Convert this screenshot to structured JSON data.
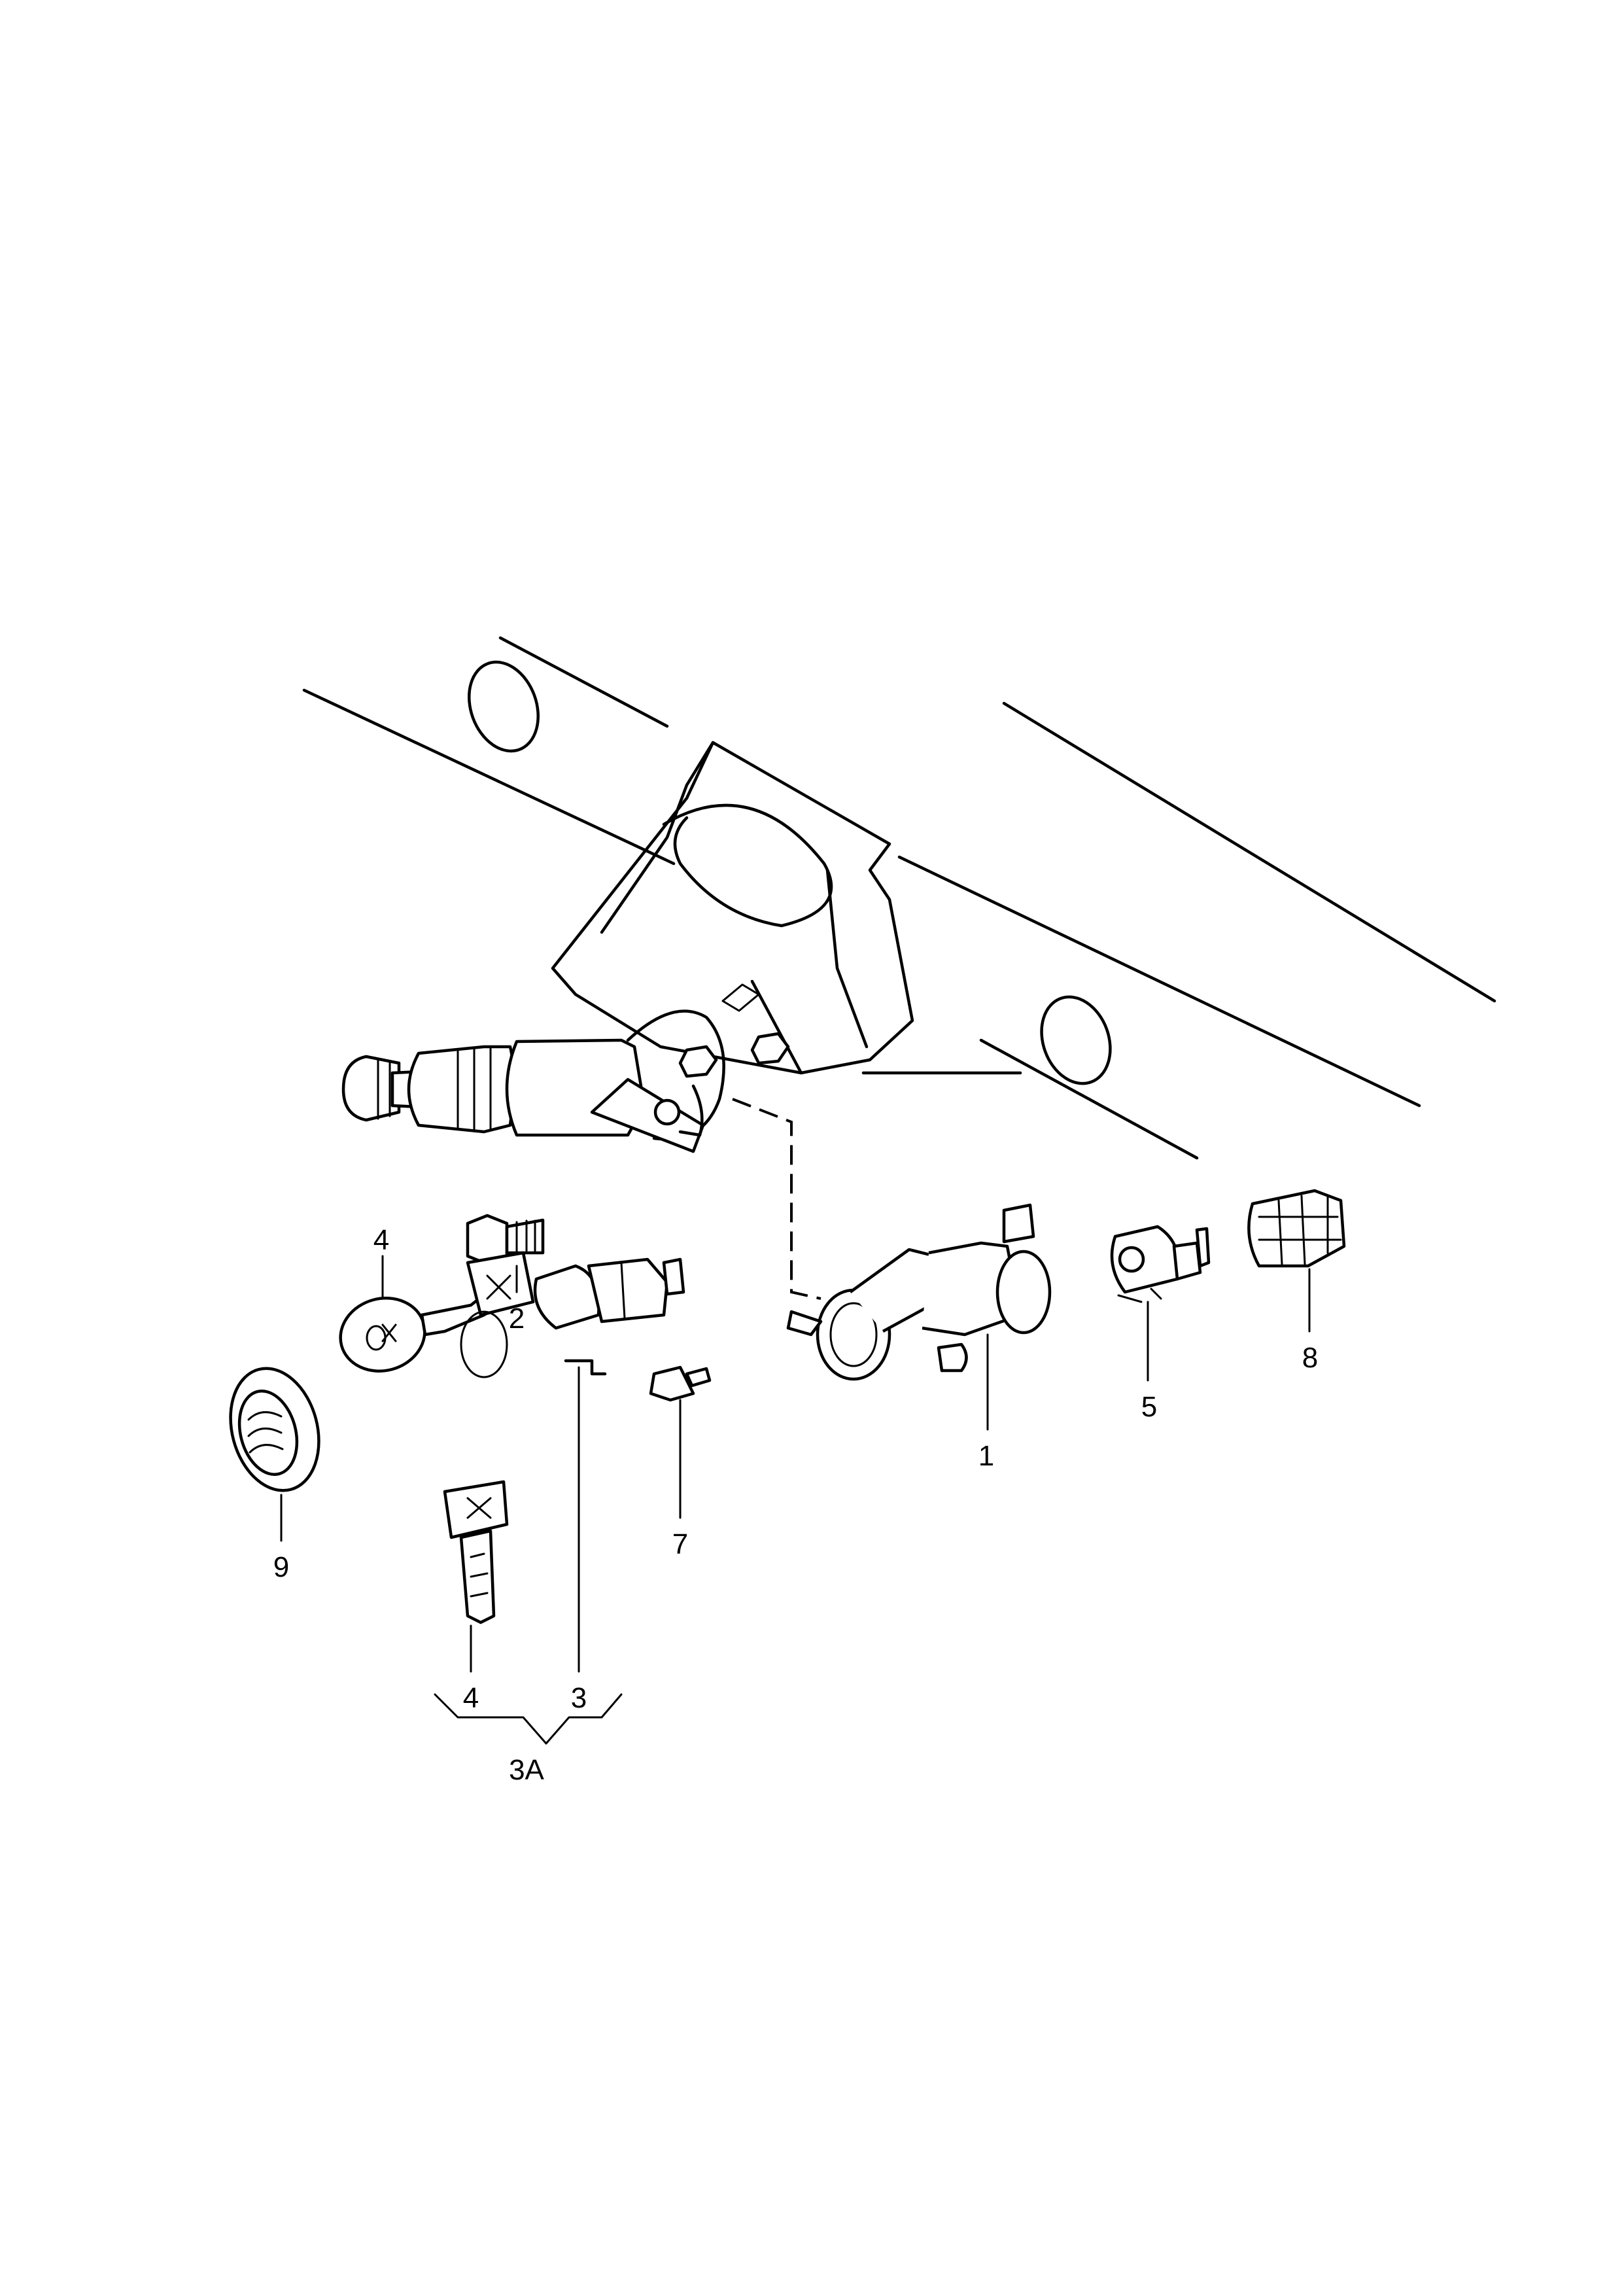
{
  "callouts": {
    "part_1": "1",
    "part_2": "2",
    "part_3": "3",
    "group_3A": "3A",
    "part_4_top": "4",
    "part_4_bottom": "4",
    "part_5": "5",
    "part_7": "7",
    "part_8": "8",
    "part_9": "9"
  },
  "colors": {
    "line": "#000000",
    "background": "#ffffff"
  },
  "icons": {
    "steering_column": "steering-column-illustration",
    "lock_housing": "steering-lock-housing-illustration",
    "ignition_switch": "ignition-switch-illustration",
    "connector": "connector-illustration",
    "lock_cylinder": "lock-cylinder-illustration",
    "keys": "key-illustration",
    "bolt": "shear-bolt-illustration",
    "trim_ring": "trim-ring-illustration",
    "bulb": "bulb-illustration"
  }
}
